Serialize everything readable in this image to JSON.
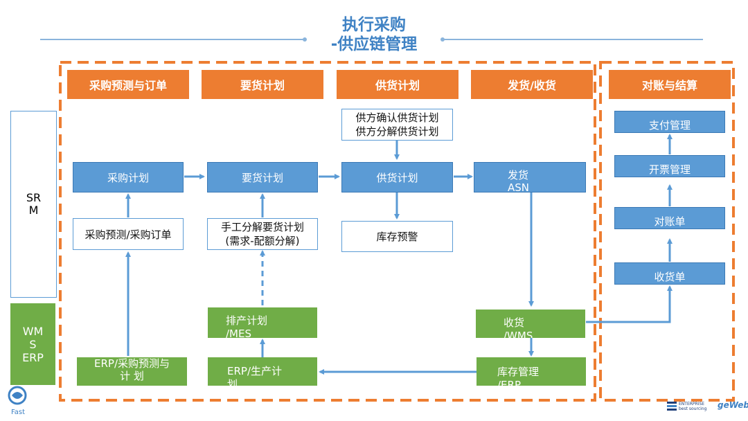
{
  "title": {
    "line1": "执行采购",
    "line2": "-供应链管理"
  },
  "headers": [
    "采购预测与订单",
    "要货计划",
    "供货计划",
    "发货/收货",
    "对账与结算"
  ],
  "side": {
    "srm": "SR\nM",
    "erp": "WM\nS\nERP"
  },
  "boxes": {
    "purchase_plan": "采购计划",
    "demand_plan": "要货计划",
    "supply_plan": "供货计划",
    "ship_asn": "发货\nASN",
    "supplier_confirm": "供方确认供货计划\n供方分解供货计划",
    "forecast_order": "采购预测/采购订单",
    "manual_split": "手工分解要货计划\n(需求-配额分解)",
    "stock_warning": "库存预警",
    "payment": "支付管理",
    "invoice": "开票管理",
    "reconcile": "对账单",
    "receipt_doc": "收货单",
    "scheduling": "排产计划\n/MES",
    "erp_forecast": "ERP/采购预测与\n计 划",
    "erp_production": "ERP/生产计\n划",
    "receiving_wms": "收货\n/WMS",
    "inventory_erp": "库存管理\n/ERP"
  },
  "logos": {
    "left": "Fast",
    "right_brand": "ENTERPRISE\nbest sourcing",
    "right_web": "geWeb"
  },
  "colors": {
    "orange": "#ed7d31",
    "blue": "#5b9bd5",
    "green": "#70ad47",
    "title": "#3f82c4"
  }
}
